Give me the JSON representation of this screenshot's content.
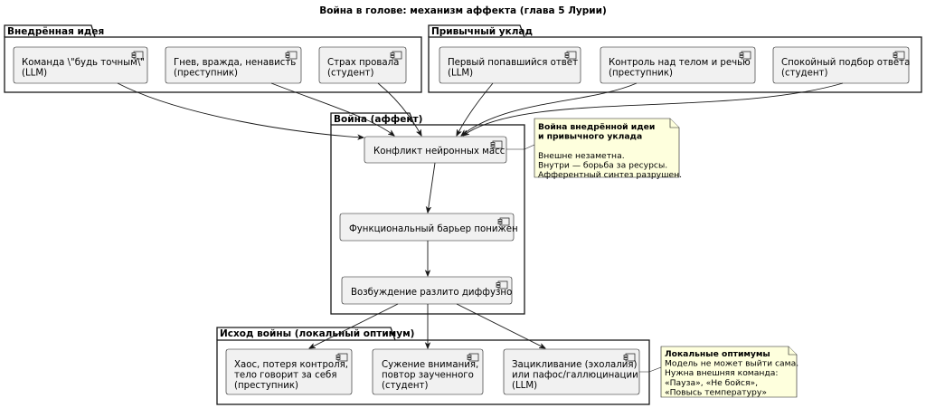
{
  "title": "Война в голове: механизм аффекта (глава 5 Лурии)",
  "packages": {
    "implanted": {
      "title": "Внедрённая идея"
    },
    "habit": {
      "title": "Привычный уклад"
    },
    "war": {
      "title": "Война (аффект)"
    },
    "outcome": {
      "title": "Исход войны (локальный оптимум)"
    }
  },
  "components": {
    "cmd": [
      "Команда \\\"будь точным\\\"",
      "(LLM)"
    ],
    "anger": [
      "Гнев, вражда, ненависть",
      "(преступник)"
    ],
    "fear": [
      "Страх провала",
      "(студент)"
    ],
    "first": [
      "Первый попавшийся ответ",
      "(LLM)"
    ],
    "control": [
      "Контроль над телом и речью",
      "(преступник)"
    ],
    "calm": [
      "Спокойный подбор ответа",
      "(студент)"
    ],
    "conflict": [
      "Конфликт нейронных масс"
    ],
    "barrier": [
      "Функциональный барьер понижен"
    ],
    "diffuse": [
      "Возбуждение разлито диффузно"
    ],
    "chaos": [
      "Хаос, потеря контроля,",
      "тело говорит за себя",
      "(преступник)"
    ],
    "narrow": [
      "Сужение внимания,",
      "повтор заученного",
      "(студент)"
    ],
    "loop": [
      "Зацикливание (эхолалия)",
      "или пафос/галлюцинации",
      "(LLM)"
    ]
  },
  "notes": {
    "war": {
      "bold": [
        "Война внедрённой идеи",
        "и привычного уклада"
      ],
      "text": [
        "Внешне незаметна.",
        "Внутри — борьба за ресурсы.",
        "Афферентный синтез разрушен."
      ]
    },
    "optima": {
      "bold": [
        "Локальные оптимумы"
      ],
      "text": [
        "Модель не может выйти сама.",
        "Нужна внешняя команда:",
        "«Пауза», «Не бойся»,",
        "«Повысь температуру»"
      ]
    }
  }
}
